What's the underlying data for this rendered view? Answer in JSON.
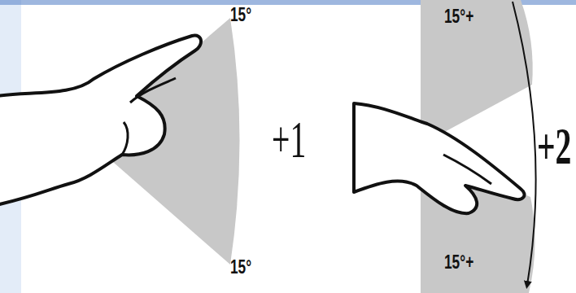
{
  "diagram": {
    "labels": [
      "15°",
      "15°",
      "+1",
      "15°+",
      "15°+",
      "+2"
    ]
  }
}
